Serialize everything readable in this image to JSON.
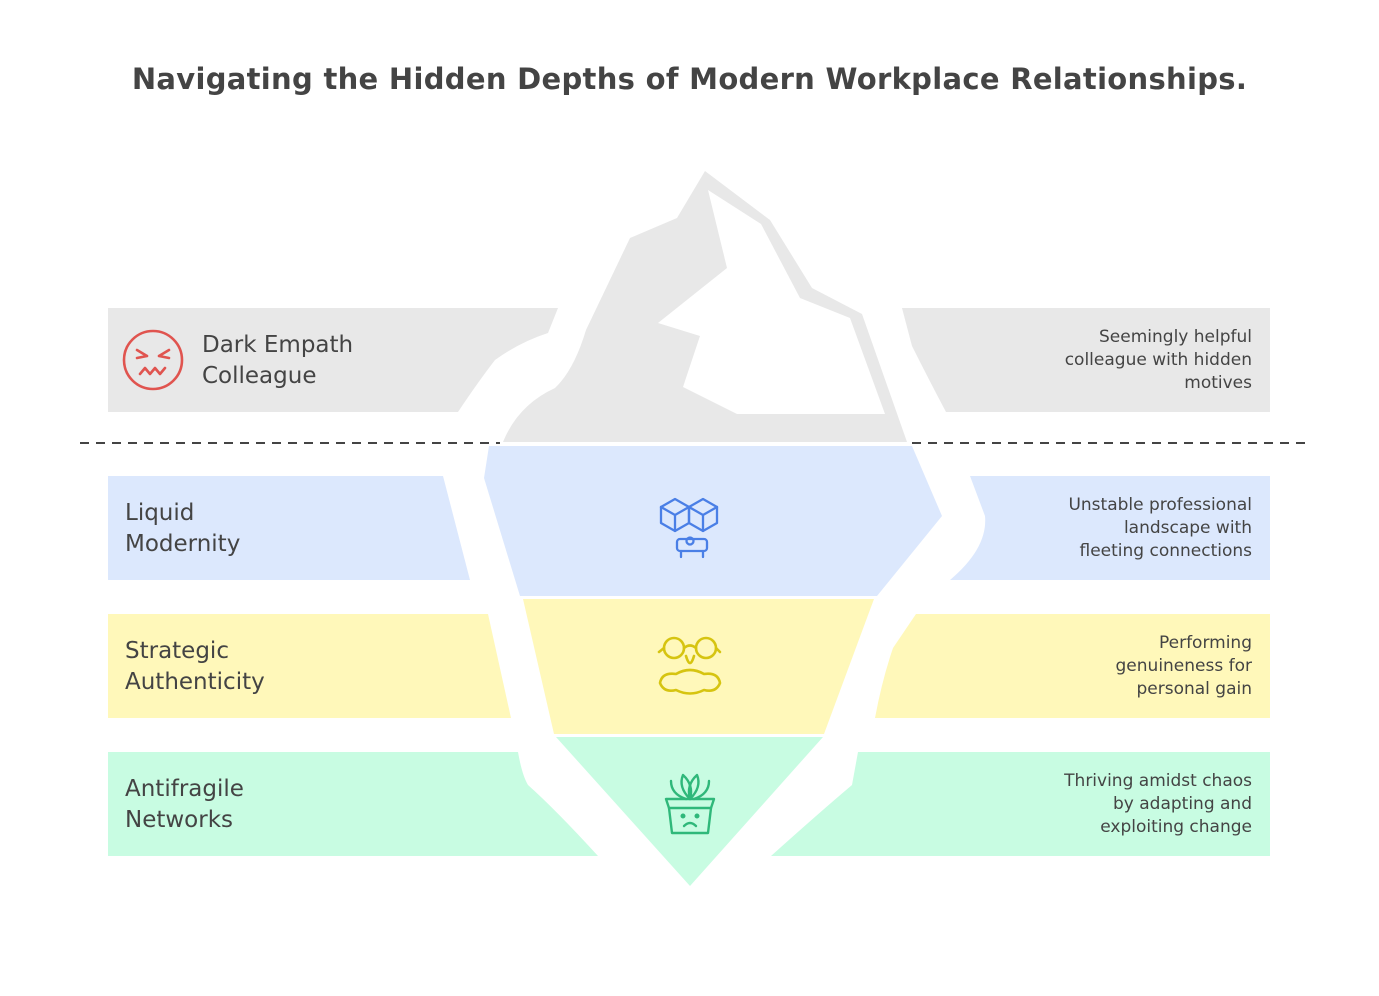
{
  "title": "Navigating the Hidden Depths of Modern Workplace Relationships.",
  "colors": {
    "surface": "#E8E8E8",
    "layer_blue": "#DCE8FD",
    "layer_yellow": "#FFF8BA",
    "layer_green": "#C8FCE2",
    "divider": "#444444",
    "text": "#444444",
    "icon_red": "#E0544F",
    "icon_blue": "#4A7FE6",
    "icon_yellow": "#D6C410",
    "icon_green": "#2FB87A"
  },
  "layers": [
    {
      "label_line1": "Dark Empath",
      "label_line2": "Colleague",
      "desc_line1": "Seemingly helpful",
      "desc_line2": "colleague with hidden",
      "desc_line3": "motives",
      "icon": "angry-face-icon",
      "color": "#E8E8E8"
    },
    {
      "label_line1": "Liquid",
      "label_line2": "Modernity",
      "desc_line1": "Unstable professional",
      "desc_line2": "landscape with",
      "desc_line3": "fleeting connections",
      "icon": "cubes-person-icon",
      "color": "#DCE8FD"
    },
    {
      "label_line1": "Strategic",
      "label_line2": "Authenticity",
      "desc_line1": "Performing",
      "desc_line2": "genuineness for",
      "desc_line3": "personal gain",
      "icon": "disguise-glasses-icon",
      "color": "#FFF8BA"
    },
    {
      "label_line1": "Antifragile",
      "label_line2": "Networks",
      "desc_line1": "Thriving amidst chaos",
      "desc_line2": "by adapting and",
      "desc_line3": "exploiting change",
      "icon": "sad-plant-pot-icon",
      "color": "#C8FCE2"
    }
  ]
}
